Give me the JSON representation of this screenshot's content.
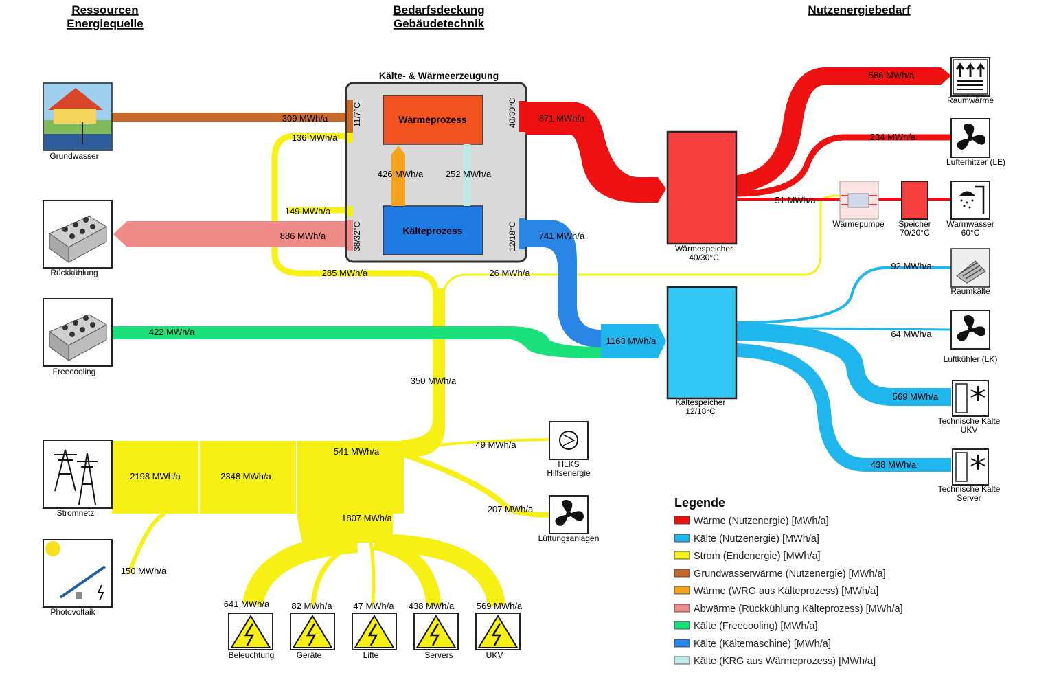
{
  "headers": {
    "col1_line1": "Ressourcen",
    "col1_line2": "Energiequelle",
    "col2_line1": "Bedarfsdeckung",
    "col2_line2": "Gebäudetechnik",
    "col3": "Nutzenergiebedarf"
  },
  "generator": {
    "title": "Kälte- & Wärmeerzeugung",
    "heat_process": "Wärmeprozess",
    "cold_process": "Kälteprozess",
    "temp_gw": "11/7°C",
    "temp_rk": "38/32°C",
    "temp_heat_out": "40/30°C",
    "temp_cold_out": "12/18°C"
  },
  "sources": {
    "groundwater": "Grundwasser",
    "recooling": "Rückkühlung",
    "freecooling": "Freecooling",
    "grid": "Stromnetz",
    "pv": "Photovoltaik"
  },
  "storages": {
    "heat_line1": "Wärmespeicher",
    "heat_line2": "40/30°C",
    "cold_line1": "Kältespeicher",
    "cold_line2": "12/18°C"
  },
  "consumers": {
    "room_heat": "Raumwärme",
    "air_heater": "Lufterhitzer (LE)",
    "heat_pump": "Wärmepumpe",
    "dhw_storage_line1": "Speicher",
    "dhw_storage_line2": "70/20°C",
    "hot_water_line1": "Warmwasser",
    "hot_water_line2": "60°C",
    "room_cold": "Raumkälte",
    "air_cooler": "Luftkühler (LK)",
    "tech_cold_ukv_line1": "Technische Kälte",
    "tech_cold_ukv_line2": "UKV",
    "tech_cold_server_line1": "Technische Kälte",
    "tech_cold_server_line2": "Server",
    "hlks_line1": "HLKS",
    "hlks_line2": "Hilfsenergie",
    "ventilation": "Lüftungsanlagen",
    "lighting": "Beleuchtung",
    "devices": "Geräte",
    "lifts": "Lifte",
    "servers": "Servers",
    "ukv": "UKV"
  },
  "flows": {
    "gw": "309 MWh/a",
    "el_136": "136 MWh/a",
    "heat_426": "426 MWh/a",
    "krg_252": "252 MWh/a",
    "el_149": "149 MWh/a",
    "rk_886": "886 MWh/a",
    "el_285": "285 MWh/a",
    "el_26": "26 MWh/a",
    "heat_871": "871 MWh/a",
    "cold_741": "741 MWh/a",
    "fc_422": "422 MWh/a",
    "cold_1163": "1163 MWh/a",
    "el_350": "350 MWh/a",
    "el_2198": "2198 MWh/a",
    "el_2348": "2348 MWh/a",
    "el_541": "541 MWh/a",
    "el_49": "49 MWh/a",
    "el_207": "207 MWh/a",
    "el_1807": "1807 MWh/a",
    "pv_150": "150 MWh/a",
    "heat_586": "586 MWh/a",
    "heat_234": "234 MWh/a",
    "heat_51": "51 MWh/a",
    "cold_92": "92 MWh/a",
    "cold_64": "64 MWh/a",
    "cold_569": "569 MWh/a",
    "cold_438": "438 MWh/a",
    "el_641": "641 MWh/a",
    "el_82": "82 MWh/a",
    "el_47": "47 MWh/a",
    "el_438": "438 MWh/a",
    "el_569": "569 MWh/a"
  },
  "legend": {
    "title": "Legende",
    "items": [
      {
        "label": "Wärme (Nutzenergie) [MWh/a]",
        "color": "#ee1111"
      },
      {
        "label": "Kälte (Nutzenergie) [MWh/a]",
        "color": "#1fb6ee"
      },
      {
        "label": "Strom (Endenergie) [MWh/a]",
        "color": "#f7f014"
      },
      {
        "label": "Grundwasserwärme (Nutzenergie) [MWh/a]",
        "color": "#c8692b"
      },
      {
        "label": "Wärme (WRG aus Kälteprozess) [MWh/a]",
        "color": "#f7a21b"
      },
      {
        "label": "Abwärme (Rückkühlung Kälteprozess) [MWh/a]",
        "color": "#ee8a88"
      },
      {
        "label": "Kälte (Freecooling) [MWh/a]",
        "color": "#19e07a"
      },
      {
        "label": "Kälte (Kältemaschine) [MWh/a]",
        "color": "#2a86e4"
      },
      {
        "label": "Kälte (KRG aus Wärmeprozess) [MWh/a]",
        "color": "#bfeaea"
      }
    ]
  }
}
